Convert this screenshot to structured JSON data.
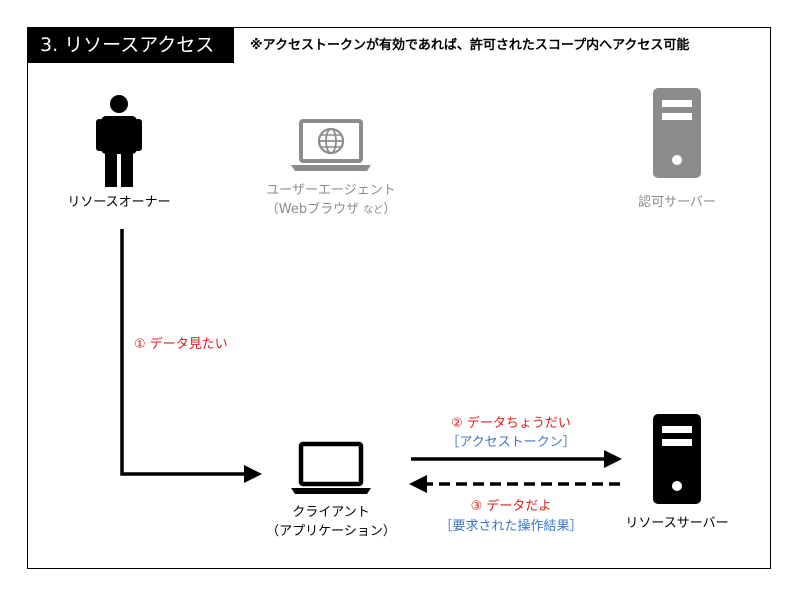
{
  "header": {
    "title": "3. リソースアクセス",
    "note": "※アクセストークンが有効であれば、許可されたスコープ内へアクセス可能"
  },
  "actors": {
    "resource_owner": {
      "label": "リソースオーナー"
    },
    "user_agent": {
      "label": "ユーザーエージェント",
      "sublabel_open": "（Webブラウザ",
      "sublabel_small": "など",
      "sublabel_close": "）"
    },
    "auth_server": {
      "label": "認可サーバー"
    },
    "client": {
      "label": "クライアント",
      "sublabel": "（アプリケーション）"
    },
    "resource_server": {
      "label": "リソースサーバー"
    }
  },
  "steps": {
    "step1": {
      "label": "① データ見たい"
    },
    "step2": {
      "label": "② データちょうだい",
      "detail": "［アクセストークン］"
    },
    "step3": {
      "label": "③ データだよ",
      "detail": "［要求された操作結果］"
    }
  },
  "colors": {
    "step_label": "#e31b1b",
    "step_detail": "#3a78c9",
    "inactive": "#8c8c8c",
    "active": "#000000"
  }
}
